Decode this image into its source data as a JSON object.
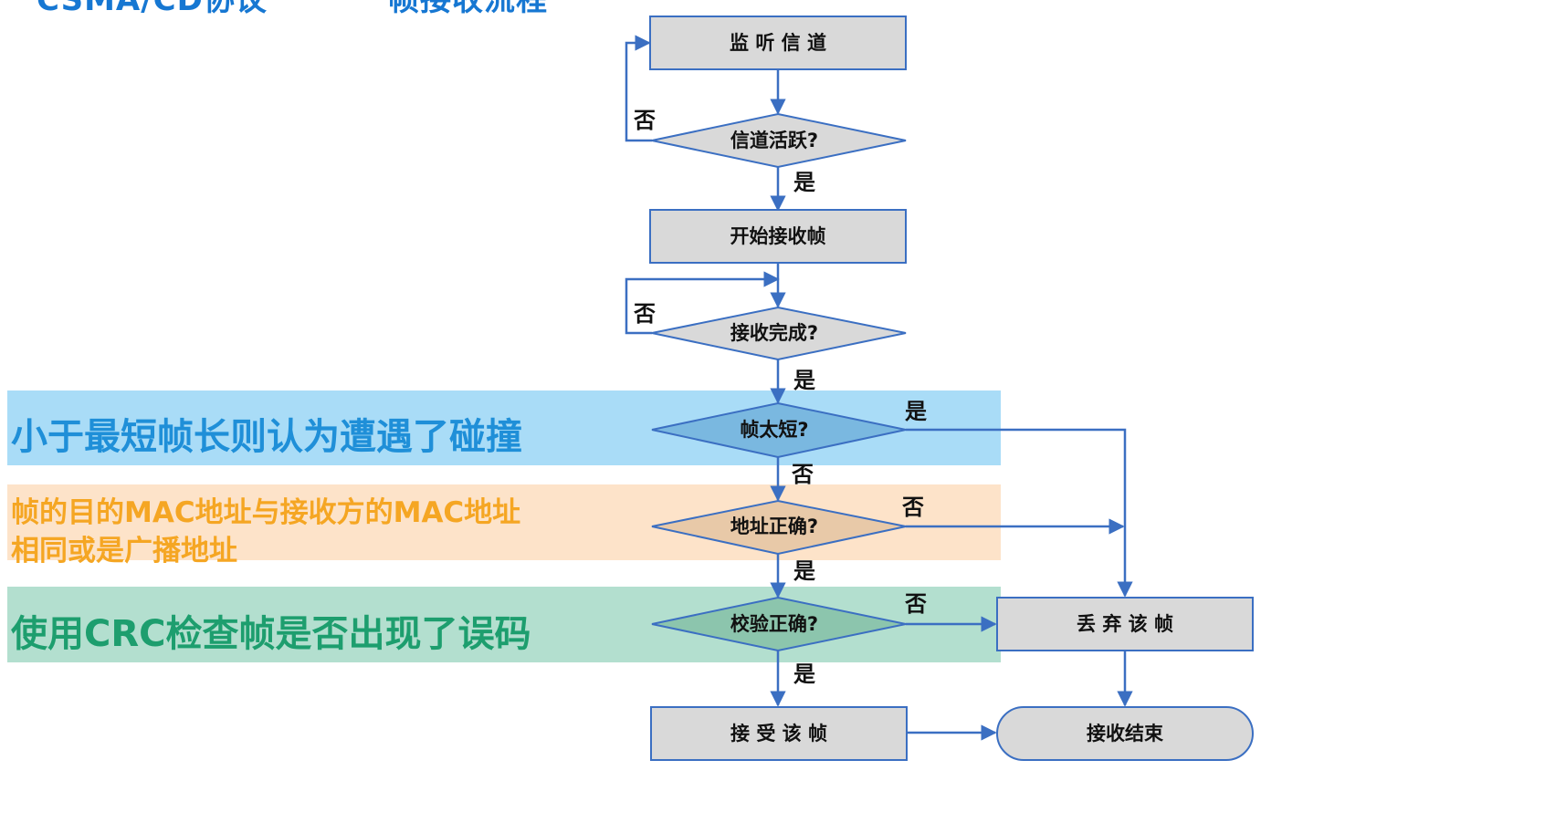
{
  "header": {
    "title_left": "CSMA/CD协议",
    "title_right": "帧接收流程"
  },
  "annotations": [
    {
      "id": "too-short",
      "text": "小于最短帧长则认为遭遇了碰撞",
      "color": "#1f8fd8",
      "band_color": "#a9dcf7"
    },
    {
      "id": "address",
      "lines": [
        "帧的目的MAC地址与接收方的MAC地址",
        "相同或是广播地址"
      ],
      "color": "#f5a623",
      "band_color": "#fde3c9"
    },
    {
      "id": "crc",
      "text": "使用CRC检查帧是否出现了误码",
      "color": "#1d9e6e",
      "band_color": "#b3dfcf"
    }
  ],
  "nodes": {
    "listen": "监 听 信 道",
    "channel_active": "信道活跃?",
    "start_receive": "开始接收帧",
    "receive_done": "接收完成?",
    "frame_too_short": "帧太短?",
    "address_ok": "地址正确?",
    "checksum_ok": "校验正确?",
    "accept_frame": "接 受 该 帧",
    "discard_frame": "丢 弃 该 帧",
    "receive_end": "接收结束"
  },
  "edge_labels": {
    "channel_active_no": "否",
    "channel_active_yes": "是",
    "receive_done_no": "否",
    "receive_done_yes": "是",
    "too_short_yes": "是",
    "too_short_no": "否",
    "address_no": "否",
    "address_yes": "是",
    "checksum_no": "否",
    "checksum_yes": "是"
  },
  "colors": {
    "flow_line": "#3b6fc2",
    "box_fill": "#d9d9d9",
    "box_stroke": "#3b6fc2",
    "diamond_blue": "#7ab8e0",
    "diamond_orange": "#e8c9a8",
    "diamond_green": "#8cc5ad"
  }
}
